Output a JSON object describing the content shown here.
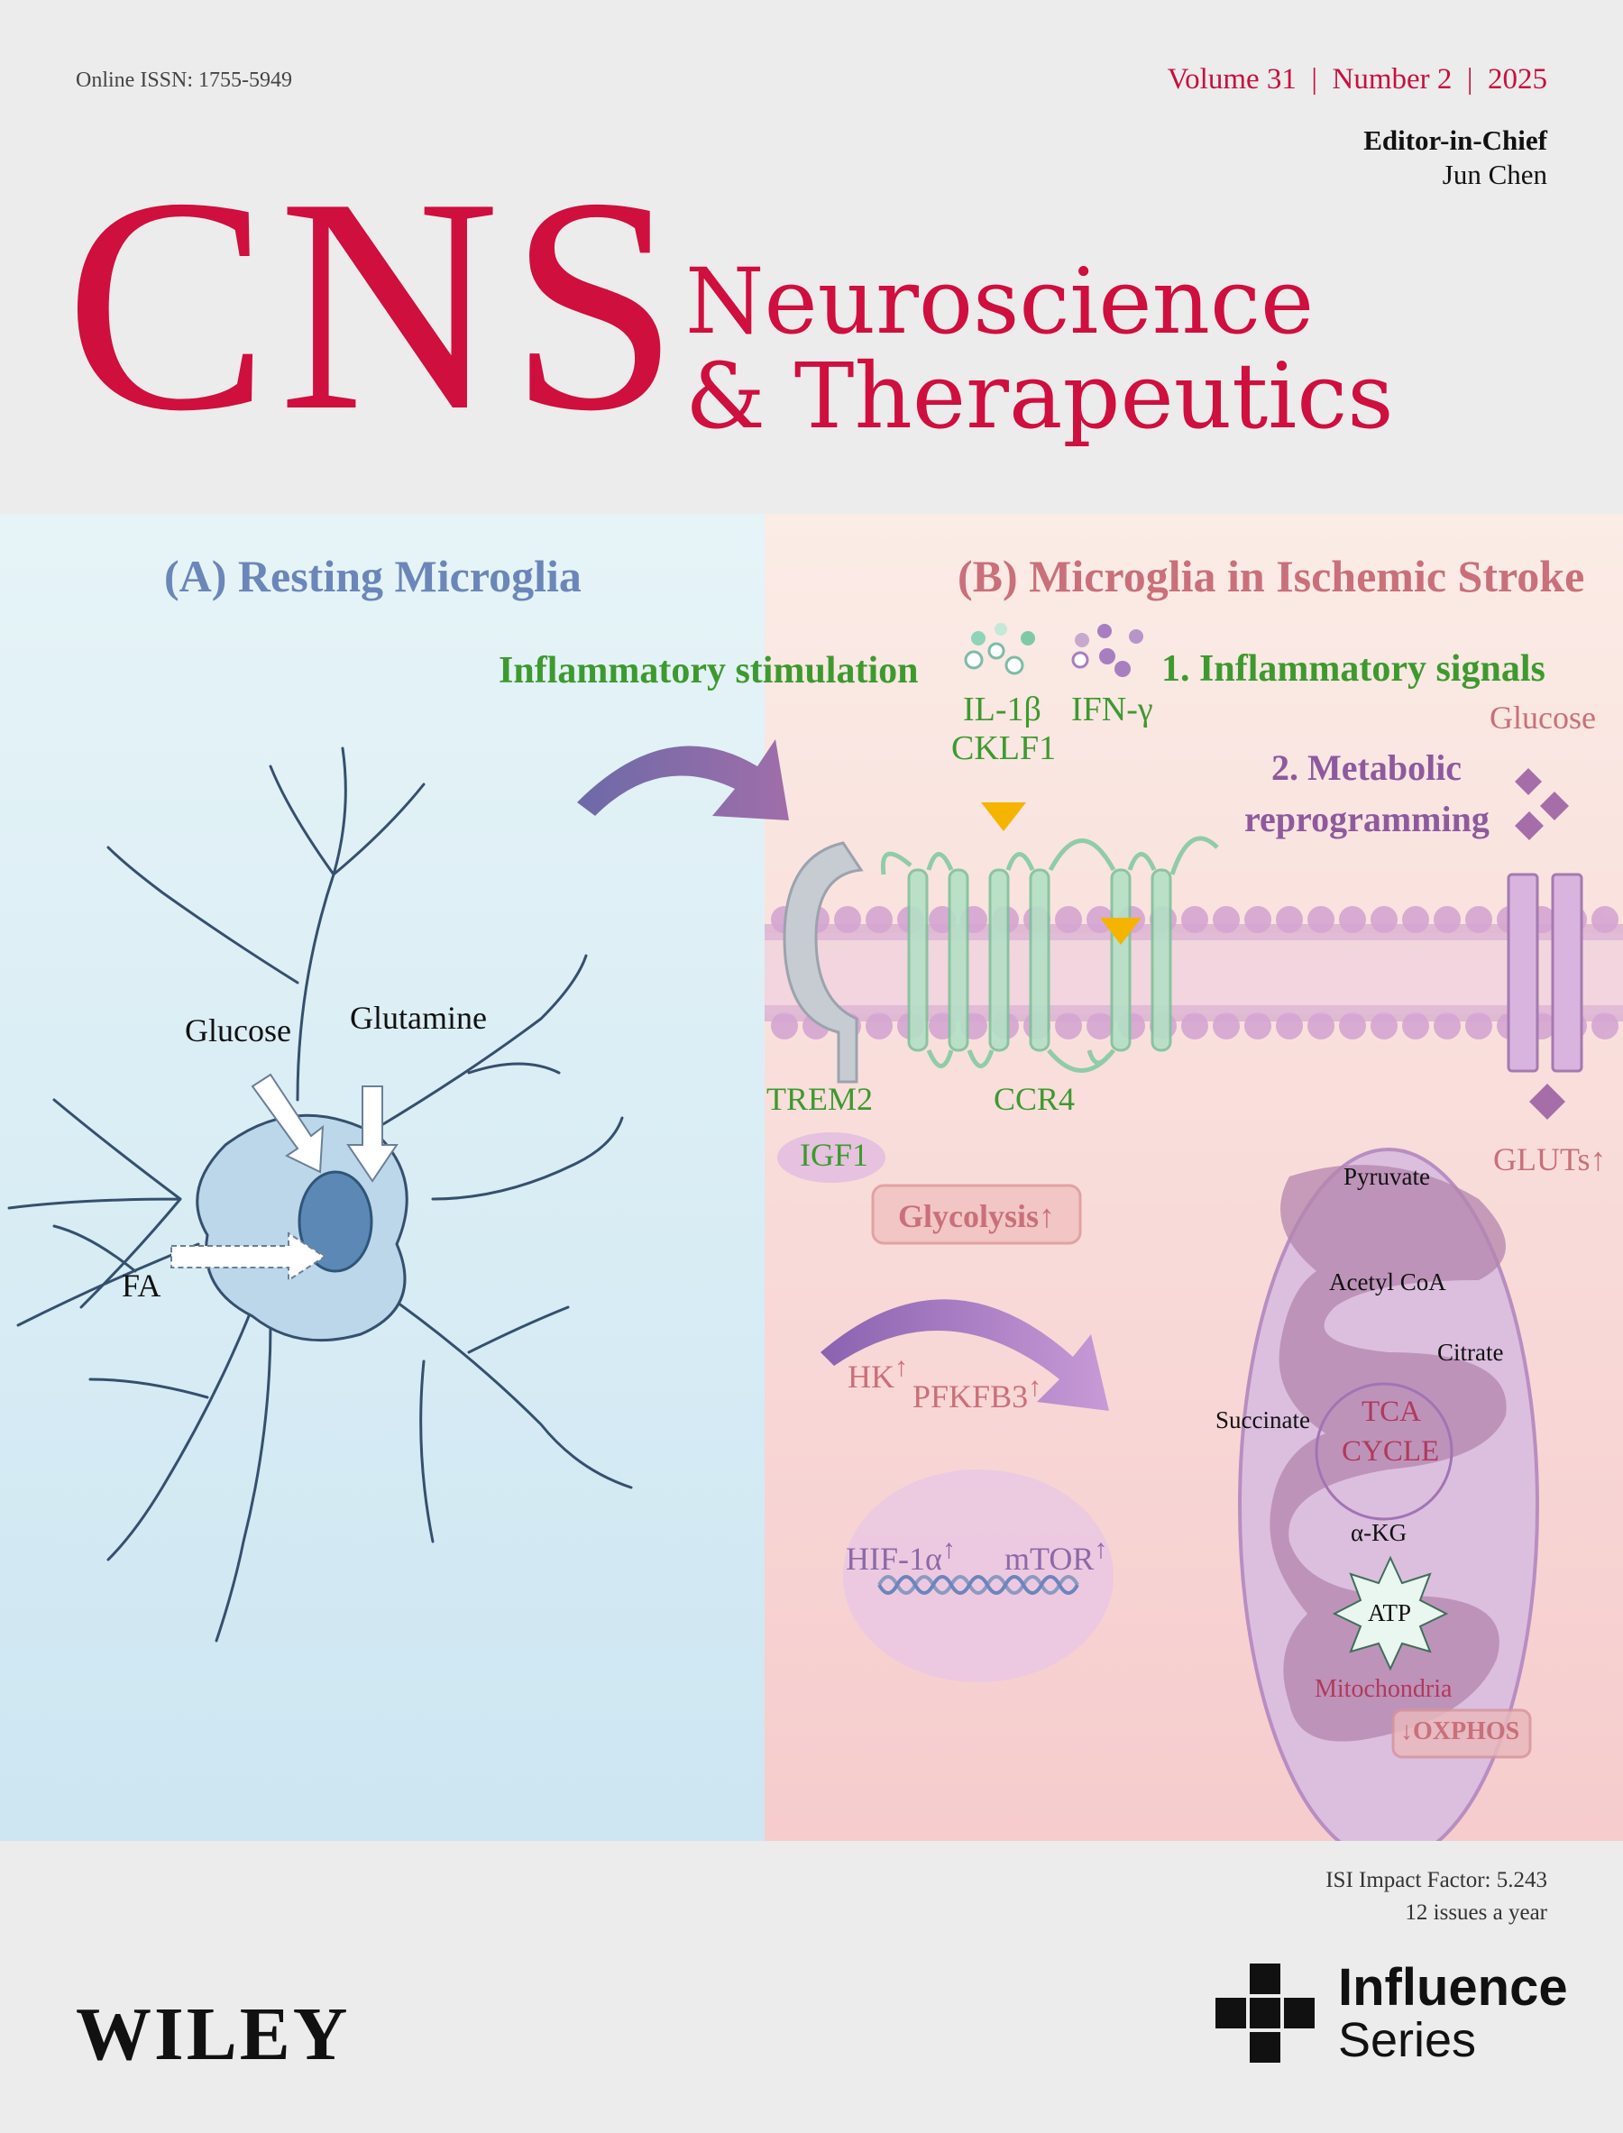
{
  "header": {
    "issn": "Online ISSN: 1755-5949",
    "volume_line": "Volume 31  |  Number 2  |  2025",
    "editor_label": "Editor-in-Chief",
    "editor_name": "Jun Chen",
    "logo_big": "CNS",
    "title_line1": "Neuroscience",
    "title_line2": "& Therapeutics"
  },
  "cover_art": {
    "panel_a": {
      "title": "(A) Resting Microglia",
      "labels": {
        "glucose": "Glucose",
        "glutamine": "Glutamine",
        "fa": "FA"
      }
    },
    "panel_b": {
      "title": "(B) Microglia in Ischemic Stroke",
      "inflammatory_stimulation": "Inflammatory stimulation",
      "il1b": "IL-1β",
      "cklf1": "CKLF1",
      "ifng": "IFN-γ",
      "signals": "1. Inflammatory signals",
      "metabolic1": "2. Metabolic",
      "metabolic2": "reprogramming",
      "glucose": "Glucose",
      "trem2": "TREM2",
      "ccr4": "CCR4",
      "igf1": "IGF1",
      "gluts": "GLUTs↑",
      "glycolysis": "Glycolysis↑",
      "hk": "HK",
      "pfkfb3": "PFKFB3",
      "hif": "HIF-1α",
      "mtor": "mTOR",
      "mito": {
        "pyruvate": "Pyruvate",
        "acetyl": "Acetyl CoA",
        "citrate": "Citrate",
        "succinate": "Succinate",
        "tca1": "TCA",
        "tca2": "CYCLE",
        "akg": "α-KG",
        "atp": "ATP",
        "mitochondria": "Mitochondria",
        "oxphos": "↓OXPHOS"
      }
    },
    "colors": {
      "brand_red": "#cf0f3e",
      "green": "#3d9a2e",
      "purple": "#8d5a9e",
      "blue_title": "#6b86b8",
      "pink_text": "#c9707a"
    }
  },
  "footer": {
    "impact": "ISI Impact Factor: 5.243",
    "issues": "12 issues a year",
    "publisher": "WILEY",
    "series1": "Influence",
    "series2": "Series"
  }
}
